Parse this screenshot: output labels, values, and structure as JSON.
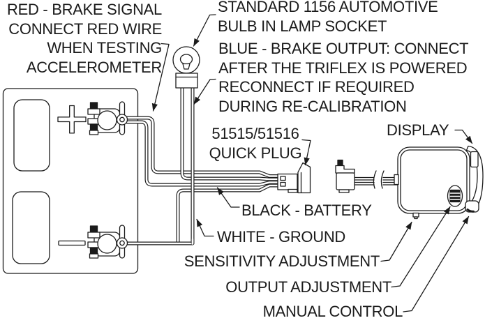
{
  "title": "Triflex brake controller wiring diagram",
  "colors": {
    "ink": "#1b1b1b",
    "background": "#ffffff"
  },
  "labels": {
    "red_note": {
      "text": "RED - BRAKE SIGNAL\nCONNECT RED WIRE\nWHEN TESTING\nACCELEROMETER"
    },
    "bulb_note": {
      "text": "STANDARD 1156 AUTOMOTIVE\nBULB IN LAMP SOCKET"
    },
    "blue_note": {
      "text": "BLUE - BRAKE OUTPUT: CONNECT\nAFTER THE TRIFLEX IS POWERED\nRECONNECT IF REQUIRED\nDURING RE-CALIBRATION"
    },
    "quick_plug": {
      "text": "51515/51516\nQUICK PLUG"
    },
    "display": {
      "text": "DISPLAY"
    },
    "black_battery": {
      "text": "BLACK - BATTERY"
    },
    "white_ground": {
      "text": "WHITE - GROUND"
    },
    "sensitivity": {
      "text": "SENSITIVITY ADJUSTMENT"
    },
    "output": {
      "text": "OUTPUT ADJUSTMENT"
    },
    "manual": {
      "text": "MANUAL CONTROL"
    }
  },
  "components": {
    "battery": {
      "positive_marking": "+",
      "negative_marking": "-"
    },
    "bulb": "standard 1156 automotive bulb in lamp socket",
    "quick_plug_part_numbers": "51515/51516",
    "wires": [
      "RED - BRAKE SIGNAL",
      "BLUE - BRAKE OUTPUT",
      "BLACK - BATTERY",
      "WHITE - GROUND"
    ],
    "controller_features": [
      "DISPLAY",
      "SENSITIVITY ADJUSTMENT",
      "OUTPUT ADJUSTMENT",
      "MANUAL CONTROL"
    ]
  }
}
